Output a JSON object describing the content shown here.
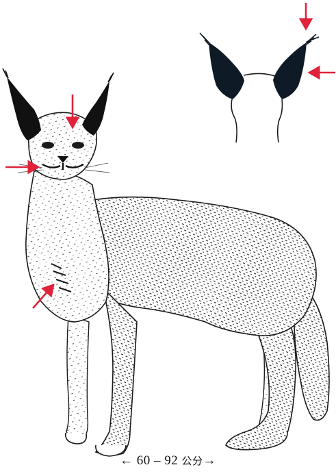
{
  "colors": {
    "ink": "#1b1b1b",
    "ear_fill": "#0e1a26",
    "arrow": "#e0223a",
    "background": "#ffffff"
  },
  "illustration": {
    "subject": "caracal-line-drawing",
    "inset": "ear-tufts-detail"
  },
  "length_label": {
    "left_arrow": "←",
    "value": "60 – 92",
    "unit": "公分",
    "right_arrow": "→"
  }
}
